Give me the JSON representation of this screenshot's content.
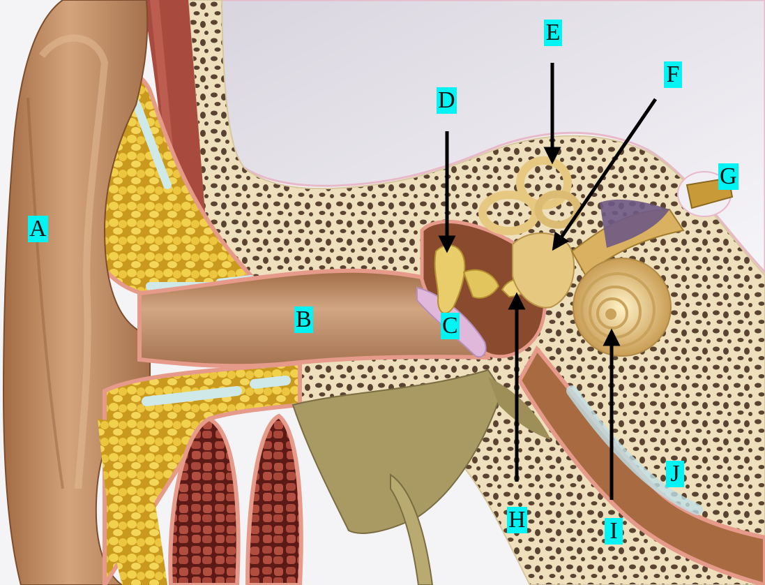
{
  "labels": {
    "A": "A",
    "B": "B",
    "C": "C",
    "D": "D",
    "E": "E",
    "F": "F",
    "G": "G",
    "H": "H",
    "I": "I",
    "J": "J"
  },
  "colors": {
    "label_background": "#00f4f4",
    "arrow": "#000000",
    "skin": "#b9825a",
    "skin_dark": "#8b5a36",
    "bone": "#efe3c2",
    "bone_pores": "#5a4330",
    "fat": "#e7c136",
    "cartilage": "#cbe6e6",
    "muscle": "#a5443a",
    "brain_cavity": "#dcd8e2",
    "membrane_edge": "#e79a8a",
    "inner_ear": "#e6c880"
  }
}
